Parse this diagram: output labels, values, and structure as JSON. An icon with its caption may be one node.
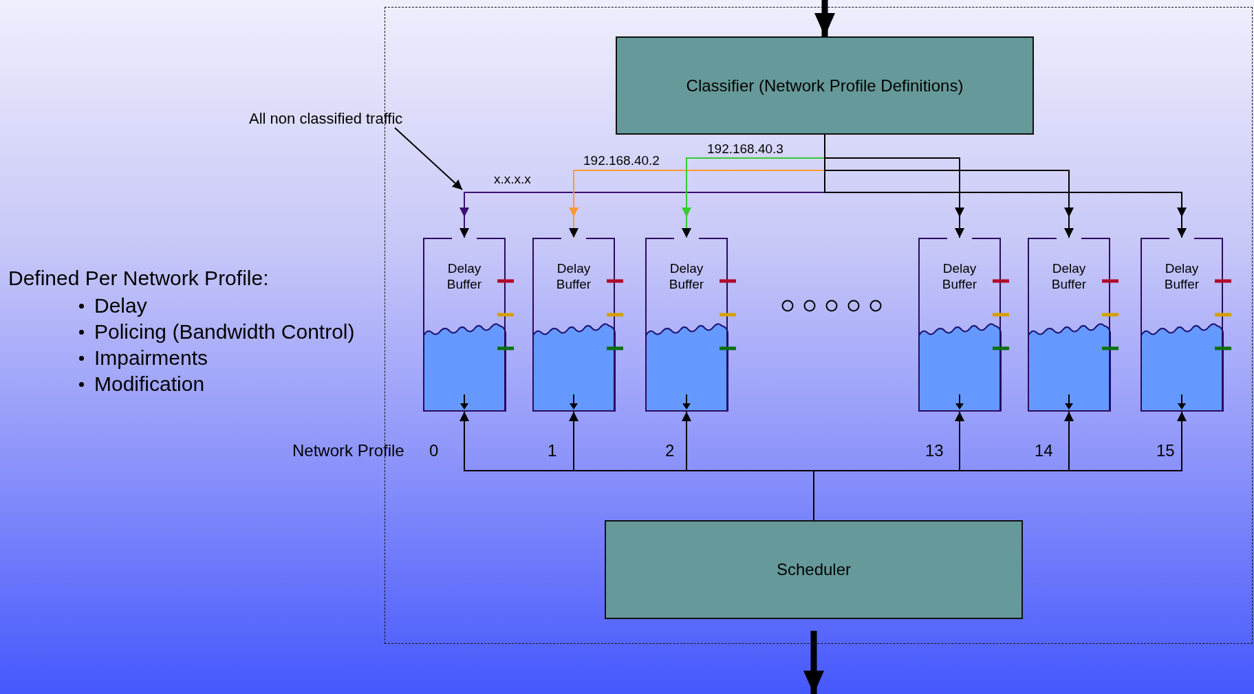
{
  "diagram": {
    "nodes": [
      {
        "text": [],
        "shape": "box"
      },
      {
        "text": [
          "Classifier (Network Profile Definitions)"
        ],
        "in": 0
      },
      {
        "text": [
          "All non classified traffic"
        ]
      },
      {
        "text": [
          "Delay Buffer"
        ],
        "in": 0
      },
      {
        "text": [
          "Delay Buffer"
        ],
        "in": 0
      },
      {
        "text": [
          "Delay Buffer"
        ],
        "in": 0
      },
      {
        "text": [
          "Delay Buffer"
        ],
        "in": 0
      },
      {
        "text": [
          "Delay Buffer"
        ],
        "in": 0
      },
      {
        "text": [
          "Delay Buffer"
        ],
        "in": 0
      },
      {
        "text": [
          "Scheduler"
        ],
        "in": 0
      }
    ],
    "edges": [
      {
        "from": null,
        "to": 1,
        "arrow": "to",
        "style": "thick"
      },
      {
        "from": 2,
        "to": null,
        "arrow": "to"
      },
      {
        "from": 1,
        "to": 3,
        "arrow": "to",
        "label": "x.x.x.x",
        "color": "#3b0f73"
      },
      {
        "from": 1,
        "to": 4,
        "arrow": "to",
        "label": "192.168.40.2",
        "color": "#ff9933"
      },
      {
        "from": 1,
        "to": 5,
        "arrow": "to",
        "label": "192.168.40.3",
        "color": "#33cc33"
      },
      {
        "from": 1,
        "to": 6,
        "arrow": "to"
      },
      {
        "from": 1,
        "to": 7,
        "arrow": "to"
      },
      {
        "from": 1,
        "to": 8,
        "arrow": "to"
      },
      {
        "from": 9,
        "to": 3,
        "arrow": "to"
      },
      {
        "from": 9,
        "to": 4,
        "arrow": "to"
      },
      {
        "from": 9,
        "to": 5,
        "arrow": "to"
      },
      {
        "from": 9,
        "to": 6,
        "arrow": "to"
      },
      {
        "from": 9,
        "to": 7,
        "arrow": "to"
      },
      {
        "from": 9,
        "to": 8,
        "arrow": "to"
      },
      {
        "from": 9,
        "to": null,
        "arrow": "to",
        "style": "thick"
      }
    ],
    "labels": [
      "Defined Per Network Profile:",
      "Delay",
      "Policing (Bandwidth Control)",
      "Impairments",
      "Modification",
      "Network Profile",
      "0",
      "1",
      "2",
      "13",
      "14",
      "15"
    ]
  }
}
